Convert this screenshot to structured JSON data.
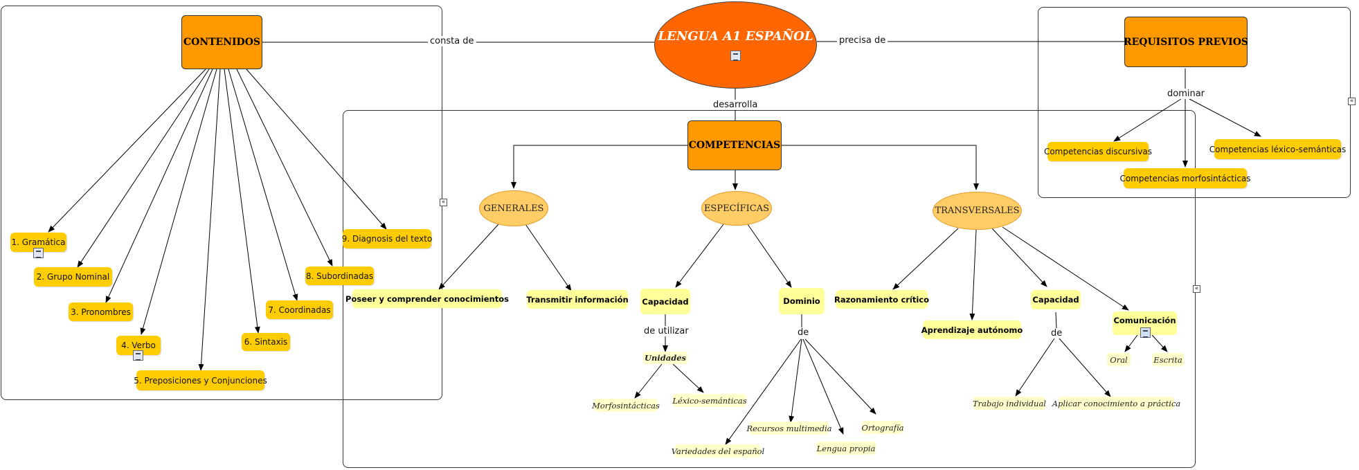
{
  "root": {
    "label": "LENGUA A1 ESPAÑOL"
  },
  "contenidos": {
    "label": "CONTENIDOS",
    "items": [
      "1. Gramática",
      "2. Grupo Nominal",
      "3. Pronombres",
      "4. Verbo",
      "5. Preposiciones y Conjunciones",
      "6. Sintaxis",
      "7. Coordinadas",
      "8. Subordinadas",
      "9. Diagnosis del texto"
    ]
  },
  "requisitos": {
    "label": "REQUISITOS PREVIOS",
    "link": "dominar",
    "items": [
      "Competencias discursivas",
      "Competencias morfosintácticas",
      "Competencias léxico-semánticas"
    ]
  },
  "links": {
    "consta": "consta de",
    "precisa": "precisa de",
    "desarrolla": "desarrolla"
  },
  "competencias": {
    "label": "COMPETENCIAS",
    "generales": {
      "label": "GENERALES",
      "items": [
        "Poseer y comprender conocimientos",
        "Transmitir información"
      ]
    },
    "especificas": {
      "label": "ESPECÍFICAS",
      "capacidad": "Capacidad",
      "de_utilizar": "de utilizar",
      "unidades": "Unidades",
      "unidades_items": [
        "Morfosintácticas",
        "Léxico-semánticas"
      ],
      "dominio": "Dominio",
      "de": "de",
      "dominio_items": [
        "Variedades del español",
        "Recursos multimedia",
        "Lengua propia",
        "Ortografía"
      ]
    },
    "transversales": {
      "label": "TRANSVERSALES",
      "razonamiento": "Razonamiento crítico",
      "aprendizaje": "Aprendizaje autónomo",
      "capacidad": "Capacidad",
      "de": "de",
      "capacidad_items": [
        "Trabajo individual",
        "Aplicar conocimiento a práctica"
      ],
      "comunicacion": "Comunicación",
      "comunicacion_items": [
        "Oral",
        "Escrita"
      ]
    }
  },
  "colors": {
    "root": "#ff6600",
    "main": "#ff9900",
    "sub": "#ffcc66",
    "topic": "#ffcc00",
    "pale": "#ffff99",
    "italic_bg": "#ffffcc"
  }
}
